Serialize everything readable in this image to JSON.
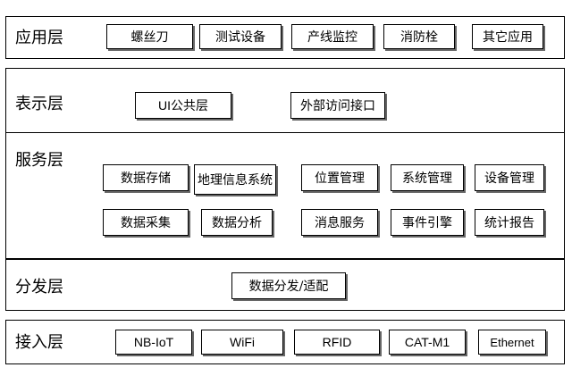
{
  "layers": [
    {
      "label": "应用层",
      "boxes": [
        "螺丝刀",
        "测试设备",
        "产线监控",
        "消防栓",
        "其它应用"
      ]
    },
    {
      "label": "表示层",
      "boxes": [
        "UI公共层",
        "外部访问接口"
      ]
    },
    {
      "label": "服务层",
      "boxes": [
        "数据存储",
        "地理信息系统",
        "位置管理",
        "系统管理",
        "设备管理",
        "数据采集",
        "数据分析",
        "消息服务",
        "事件引擎",
        "统计报告"
      ]
    },
    {
      "label": "分发层",
      "boxes": [
        "数据分发/适配"
      ]
    },
    {
      "label": "接入层",
      "boxes": [
        "NB-IoT",
        "WiFi",
        "RFID",
        "CAT-M1",
        "Ethernet"
      ]
    }
  ]
}
